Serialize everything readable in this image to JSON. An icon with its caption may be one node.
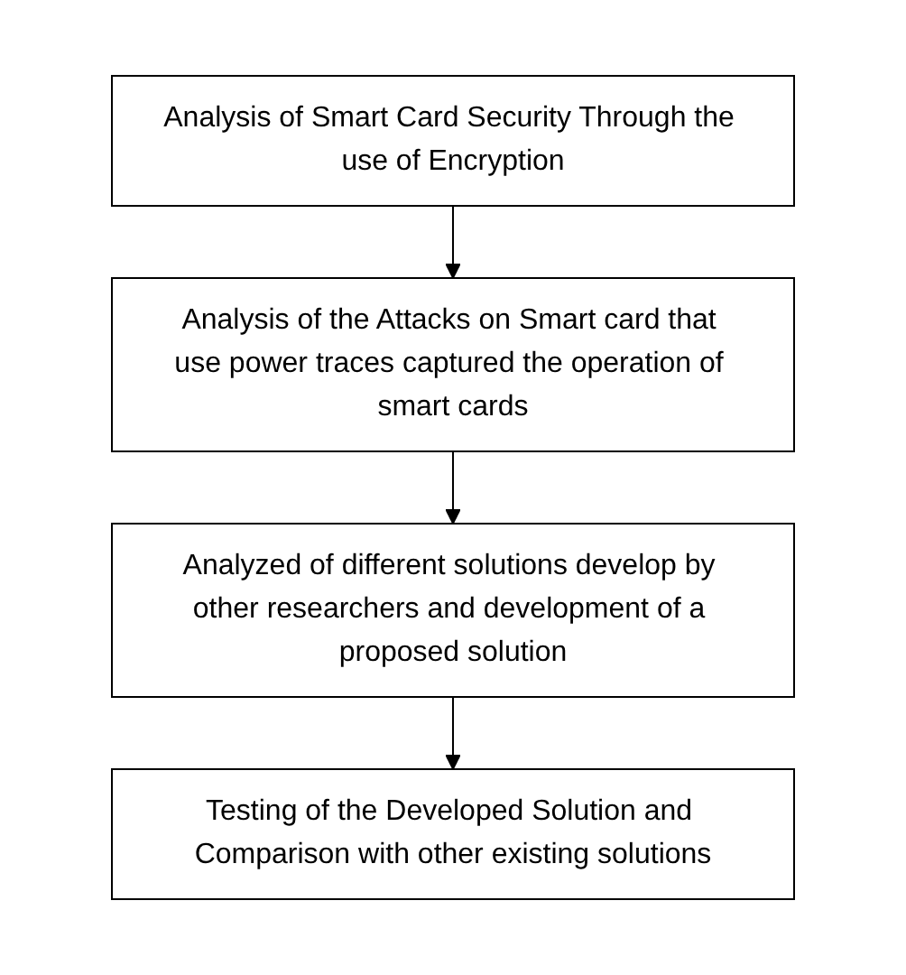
{
  "diagram": {
    "nodes": [
      {
        "text": [
          "Analysis of Smart Card Security Through the use of Encryption"
        ]
      },
      {
        "text": [
          "Analysis of the Attacks on Smart card that use power traces captured the operation of smart cards"
        ]
      },
      {
        "text": [
          "Analyzed of different solutions develop by other researchers and development of a proposed solution"
        ]
      },
      {
        "text": [
          "Testing of the Developed Solution and Comparison with other existing solutions"
        ]
      }
    ],
    "edges": [
      {
        "from": 0,
        "to": 1,
        "arrow": "to"
      },
      {
        "from": 1,
        "to": 2,
        "arrow": "to"
      },
      {
        "from": 2,
        "to": 3,
        "arrow": "to"
      }
    ]
  }
}
